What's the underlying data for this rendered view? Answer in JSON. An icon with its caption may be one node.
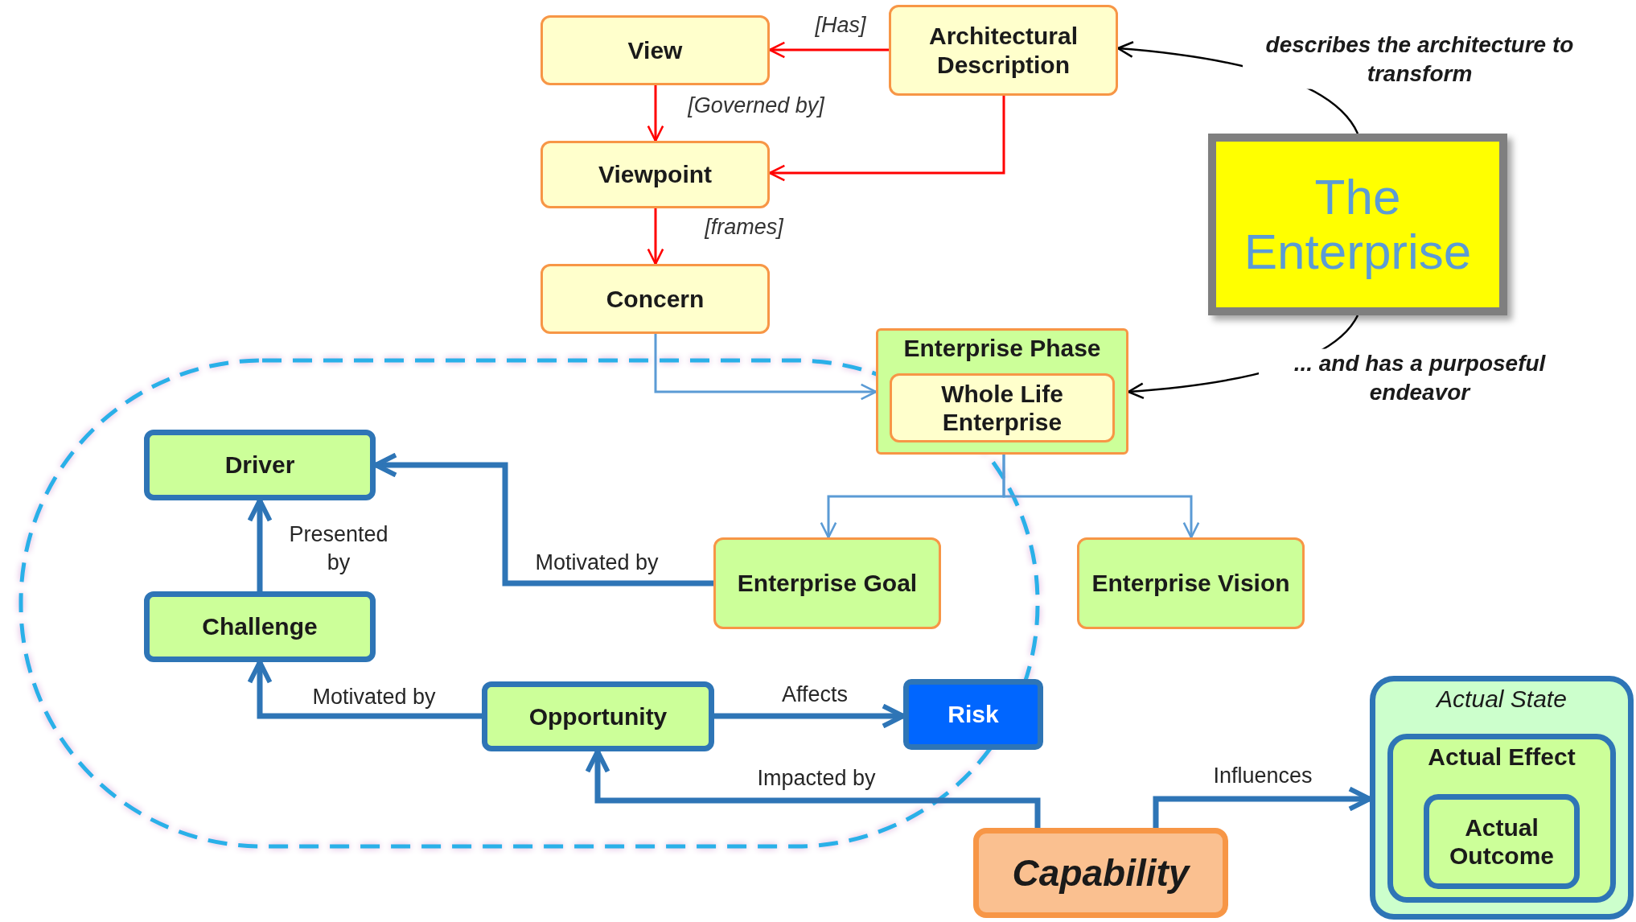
{
  "diagram": {
    "nodes": [
      {
        "text": [
          "View"
        ]
      },
      {
        "text": [
          "Architectural Description"
        ]
      },
      {
        "text": [
          "Viewpoint"
        ]
      },
      {
        "text": [
          "Concern"
        ]
      },
      {
        "text": [
          "The Enterprise"
        ]
      },
      {
        "text": [
          "Enterprise Phase"
        ]
      },
      {
        "text": [
          "Whole Life Enterprise"
        ],
        "in": 5
      },
      {
        "text": [
          "Driver"
        ]
      },
      {
        "text": [
          "Challenge"
        ]
      },
      {
        "text": [
          "Enterprise Goal"
        ]
      },
      {
        "text": [
          "Enterprise Vision"
        ]
      },
      {
        "text": [
          "Opportunity"
        ]
      },
      {
        "text": [
          "Risk"
        ]
      },
      {
        "text": [
          "Capability"
        ]
      },
      {
        "text": [
          "Actual State"
        ]
      },
      {
        "text": [
          "Actual Effect"
        ],
        "in": 14
      },
      {
        "text": [
          "Actual Outcome"
        ],
        "in": 15
      }
    ],
    "edges": [
      {
        "from": 1,
        "to": 0,
        "arrow": "to",
        "label": "[Has]",
        "color": "#ff0000"
      },
      {
        "from": 0,
        "to": 2,
        "arrow": "to",
        "label": "[Governed by]",
        "color": "#ff0000"
      },
      {
        "from": 1,
        "to": 2,
        "arrow": "to",
        "color": "#ff0000"
      },
      {
        "from": 2,
        "to": 3,
        "arrow": "to",
        "label": "[frames]",
        "color": "#ff0000"
      },
      {
        "from": 4,
        "to": 1,
        "arrow": "to",
        "label": "describes the architecture to transform",
        "color": "#000000"
      },
      {
        "from": 4,
        "to": 5,
        "arrow": "to",
        "label": "... and has a purposeful endeavor",
        "color": "#000000"
      },
      {
        "from": 3,
        "to": 5,
        "arrow": "to",
        "color": "#5b9bd5"
      },
      {
        "from": 5,
        "to": 9,
        "arrow": "to",
        "color": "#5b9bd5"
      },
      {
        "from": 5,
        "to": 10,
        "arrow": "to",
        "color": "#5b9bd5"
      },
      {
        "from": 9,
        "to": 7,
        "arrow": "to",
        "label": "Motivated by",
        "style": "thick",
        "color": "#2e75b6"
      },
      {
        "from": 8,
        "to": 7,
        "arrow": "to",
        "label": "Presented by",
        "style": "thick",
        "color": "#2e75b6"
      },
      {
        "from": 11,
        "to": 8,
        "arrow": "to",
        "label": "Motivated by",
        "style": "thick",
        "color": "#2e75b6"
      },
      {
        "from": 11,
        "to": 12,
        "arrow": "to",
        "label": "Affects",
        "style": "thick",
        "color": "#2e75b6"
      },
      {
        "from": 13,
        "to": 11,
        "arrow": "to",
        "label": "Impacted by",
        "style": "thick",
        "color": "#2e75b6"
      },
      {
        "from": 13,
        "to": 14,
        "arrow": "to",
        "label": "Influences",
        "style": "thick",
        "color": "#2e75b6"
      }
    ]
  }
}
